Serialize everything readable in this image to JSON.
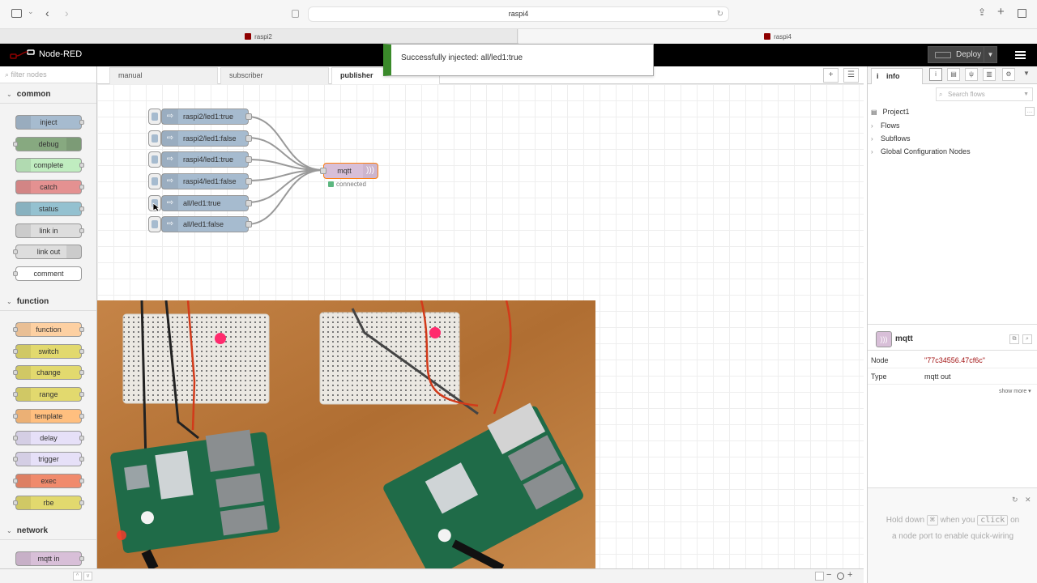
{
  "browser": {
    "address": "raspi4",
    "tabs": [
      {
        "label": "raspi2"
      },
      {
        "label": "raspi4"
      }
    ]
  },
  "app": {
    "title": "Node-RED",
    "deploy_label": "Deploy"
  },
  "notification": {
    "text": "Successfully injected: all/led1:true",
    "color": "#3a8a2a"
  },
  "palette": {
    "filter_placeholder": "filter nodes",
    "categories": [
      {
        "label": "common",
        "nodes": [
          {
            "label": "inject",
            "color": "#a6bbcf"
          },
          {
            "label": "debug",
            "color": "#87a980"
          },
          {
            "label": "complete",
            "color": "#c0edc0"
          },
          {
            "label": "catch",
            "color": "#e49191"
          },
          {
            "label": "status",
            "color": "#94c1d0"
          },
          {
            "label": "link in",
            "color": "#dddddd"
          },
          {
            "label": "link out",
            "color": "#dddddd"
          },
          {
            "label": "comment",
            "color": "#ffffff"
          }
        ]
      },
      {
        "label": "function",
        "nodes": [
          {
            "label": "function",
            "color": "#fdd0a2"
          },
          {
            "label": "switch",
            "color": "#e2d96e"
          },
          {
            "label": "change",
            "color": "#e2d96e"
          },
          {
            "label": "range",
            "color": "#e2d96e"
          },
          {
            "label": "template",
            "color": "#ffbf7f"
          },
          {
            "label": "delay",
            "color": "#e6e0f8"
          },
          {
            "label": "trigger",
            "color": "#e6e0f8"
          },
          {
            "label": "exec",
            "color": "#f08a6c"
          },
          {
            "label": "rbe",
            "color": "#e2d96e"
          }
        ]
      },
      {
        "label": "network",
        "nodes": [
          {
            "label": "mqtt in",
            "color": "#d8bfd8"
          }
        ]
      }
    ]
  },
  "workspace": {
    "tabs": [
      {
        "label": "manual"
      },
      {
        "label": "subscriber"
      },
      {
        "label": "publisher"
      }
    ],
    "inject_nodes": [
      {
        "label": "raspi2/led1:true"
      },
      {
        "label": "raspi2/led1:false"
      },
      {
        "label": "raspi4/led1:true"
      },
      {
        "label": "raspi4/led1:false"
      },
      {
        "label": "all/led1:true"
      },
      {
        "label": "all/led1:false"
      }
    ],
    "mqtt_node": {
      "label": "mqtt",
      "status": "connected",
      "color": "#d8bfd8",
      "status_color": "#5db780"
    }
  },
  "sidebar": {
    "tab_label": "info",
    "search_placeholder": "Search flows",
    "tree": {
      "project": "Project1",
      "items": [
        {
          "label": "Flows"
        },
        {
          "label": "Subflows"
        },
        {
          "label": "Global Configuration Nodes"
        }
      ]
    },
    "node_info": {
      "title": "mqtt",
      "node_key": "Node",
      "node_value": "\"77c34556.47cf6c\"",
      "type_key": "Type",
      "type_value": "mqtt out",
      "show_more": "show more"
    },
    "tip": {
      "line1_a": "Hold down",
      "key": "⌘",
      "line1_b": "when you",
      "click": "click",
      "line1_c": "on",
      "line2": "a node port to enable quick-wiring"
    }
  }
}
